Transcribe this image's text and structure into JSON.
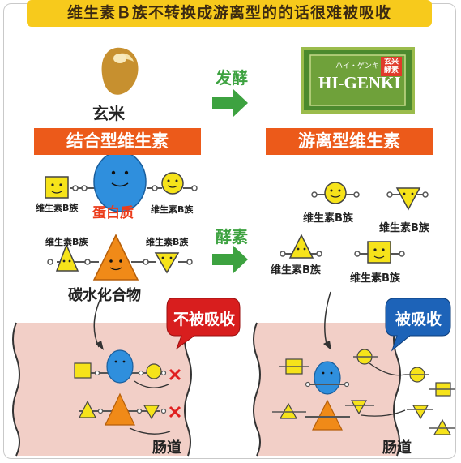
{
  "banner_title": "维生素Ｂ族不转换成游离型的的话很难被吸收",
  "left": {
    "grain_label": "玄米",
    "section_title": "结合型维生素",
    "protein_label": "蛋白质",
    "carbohydrate_label": "碳水化合物",
    "vitb_label": "维生素B族",
    "bubble_text": "不被吸收",
    "intestine_label": "肠道"
  },
  "middle": {
    "top_arrow_label": "发酵",
    "bottom_arrow_label": "酵素"
  },
  "right": {
    "product_name": "HI-GENKI",
    "product_kana": "ハイ・ゲンキ",
    "product_badge": "玄米酵素",
    "section_title": "游离型维生素",
    "vitb_label": "维生素B族",
    "bubble_text": "被吸收",
    "intestine_label": "肠道"
  },
  "colors": {
    "banner": "#f7ca1c",
    "section_bar": "#ec5a1a",
    "arrow_green": "#3da240",
    "bubble_red": "#d81e1e",
    "bubble_blue": "#1d63b8",
    "intestine_pink": "#f2cfc7",
    "nutrient_yellow": "#f6e31a",
    "protein_blue": "#2f8fdd",
    "carb_orange": "#f08a18",
    "cross_red": "#e02020"
  }
}
